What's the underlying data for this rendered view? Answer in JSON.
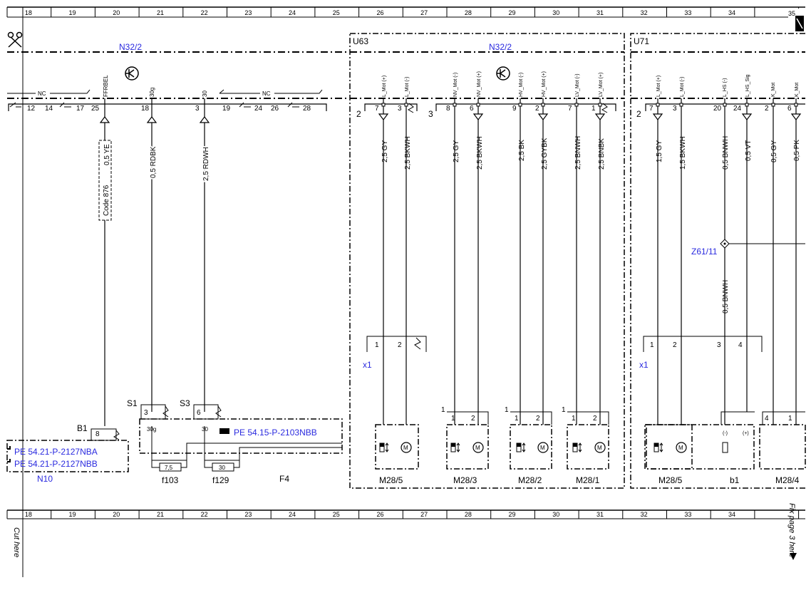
{
  "grid": {
    "columns": [
      "18",
      "19",
      "20",
      "21",
      "22",
      "23",
      "24",
      "25",
      "26",
      "27",
      "28",
      "29",
      "30",
      "31",
      "32",
      "33",
      "34",
      "35"
    ]
  },
  "components": {
    "n32_2_left": "N32/2",
    "n32_2_right": "N32/2",
    "u63": "U63",
    "u71": "U71",
    "x1_left": "x1",
    "x1_right": "x1",
    "z61_11": "Z61/11",
    "n10": "N10",
    "f4": "F4",
    "b1_conn": "B1",
    "s1": "S1",
    "s3": "S3",
    "f103": "f103",
    "f129": "f129",
    "m28_5_a": "M28/5",
    "m28_3": "M28/3",
    "m28_2": "M28/2",
    "m28_1": "M28/1",
    "m28_5_b": "M28/5",
    "b1_sensor": "b1",
    "m28_4": "M28/4",
    "code876": "Code 876",
    "fuse_7_5": "7,5",
    "fuse_30": "30"
  },
  "refs": {
    "pe_54_15": "PE 54.15-P-2103NBB",
    "pe_54_21_a": "PE 54.21-P-2127NBA",
    "pe_54_21_b": "PE 54.21-P-2127NBB"
  },
  "cut_left": "Cut here",
  "cut_right": "Fix page 3 here",
  "pins": {
    "nc": "NC",
    "p12": "12",
    "p14": "14",
    "p17": "17",
    "p25": "25",
    "p18": "18",
    "p3": "3",
    "p19": "19",
    "p24": "24",
    "p26": "26",
    "p28": "28",
    "u63_7": "7",
    "u63_3": "3",
    "u63_8": "8",
    "u63_6": "6",
    "u63_9": "9",
    "u63_2": "2",
    "u63_7b": "7",
    "u63_1": "1",
    "u63_conn2": "2",
    "u63_conn3": "3",
    "u71_7": "7",
    "u71_3": "3",
    "u71_20": "20",
    "u71_24": "24",
    "u71_2": "2",
    "u71_6": "6",
    "u71_conn2": "2",
    "x1_1": "1",
    "x1_2": "2",
    "x1r_1": "1",
    "x1r_2": "2",
    "x1r_3": "3",
    "x1r_4": "4",
    "s1_3": "3",
    "s3_6": "6",
    "b1_8": "8",
    "s1_sig": "30g",
    "s3_sig": "30",
    "m_1": "1",
    "m_2": "2",
    "b1_minus": "(-)",
    "b1_plus": "(+)",
    "m28_4_pin4": "4",
    "m28_4_pin1": "1"
  },
  "signals": {
    "ffrbel": "FFRBEL",
    "s30g": "30g",
    "s30": "30",
    "l_mot_p": "L_Mot (+)",
    "l_mot_m": "L_Mot (-)",
    "nv_mot_m": "NV_Mot (-)",
    "nv_mot_p": "NV_Mot (+)",
    "hv_mot_m": "HV_Mot (-)",
    "hv_mot_p": "HV_Mot (+)",
    "lv_mot_m": "LV_Mot (-)",
    "lv_mot_p": "LV_Mot (+)",
    "l_hs_m": "L_HS (-)",
    "l_hs_sig": "L_HS_Sig",
    "k_mot": "K_Mot",
    "k_mot2": "K_Mot"
  },
  "wires": {
    "w_ye": "0,5 YE",
    "w_rdbk": "0,5 RDBK",
    "w_rdwh": "2,5 RDWH",
    "w_gy1": "2,5 GY",
    "w_bkwh1": "2,5 BKWH",
    "w_gy2": "2,5 GY",
    "w_bkwh2": "2,5 BKWH",
    "w_bk": "2,5 BK",
    "w_gybk": "2,5 GYBK",
    "w_bnwh1": "2,5 BNWH",
    "w_bnbk": "2,5 BNBK",
    "w_gy3": "1,5 GY",
    "w_bkwh3": "1,5 BKWH",
    "w_bnwh2": "0,5 BNWH",
    "w_vt": "0,5 VT",
    "w_gy4": "0,5 GY",
    "w_pk": "0,5 PK",
    "w_bnwh3": "0,5 BNWH"
  }
}
